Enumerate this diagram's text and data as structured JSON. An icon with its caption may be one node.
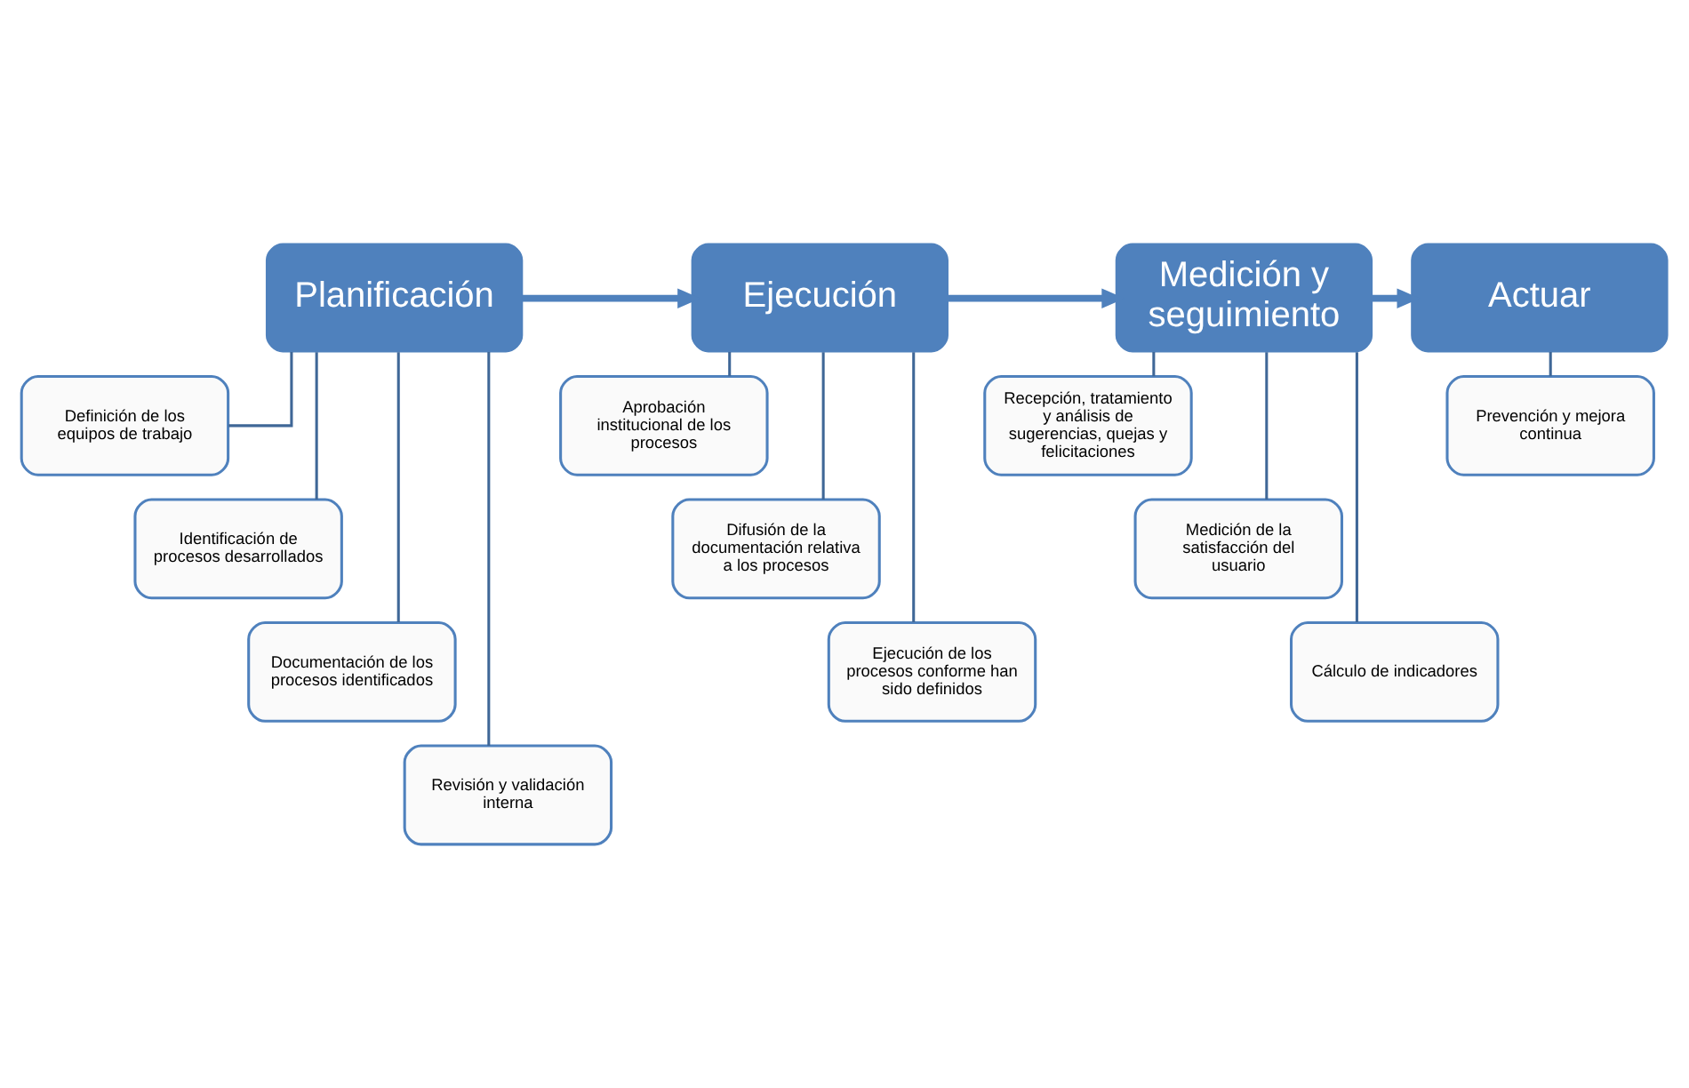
{
  "diagram": {
    "nodes": [
      {
        "text": [
          "Planificación"
        ]
      },
      {
        "text": [
          "Definición de los equipos de trabajo"
        ]
      },
      {
        "text": [
          "Identificación de procesos desarrollados"
        ]
      },
      {
        "text": [
          "Documentación de los procesos identificados"
        ]
      },
      {
        "text": [
          "Revisión y validación interna"
        ]
      },
      {
        "text": [
          "Ejecución"
        ]
      },
      {
        "text": [
          "Aprobación institucional de los procesos"
        ]
      },
      {
        "text": [
          "Difusión de la documentación relativa a los procesos"
        ]
      },
      {
        "text": [
          "Ejecución de los procesos conforme han sido definidos"
        ]
      },
      {
        "text": [
          "Medición y seguimiento"
        ]
      },
      {
        "text": [
          "Recepción, tratamiento y análisis de sugerencias, quejas y felicitaciones"
        ]
      },
      {
        "text": [
          "Medición de la satisfacción del usuario"
        ]
      },
      {
        "text": [
          "Cálculo de indicadores"
        ]
      },
      {
        "text": [
          "Actuar"
        ]
      },
      {
        "text": [
          "Prevención y mejora continua"
        ]
      }
    ],
    "edges": [
      {
        "from": 0,
        "to": 5,
        "arrow": "to",
        "style": "thick"
      },
      {
        "from": 5,
        "to": 9,
        "arrow": "to",
        "style": "thick"
      },
      {
        "from": 9,
        "to": 13,
        "arrow": "to",
        "style": "thick"
      },
      {
        "from": 0,
        "to": 1,
        "arrow": "none"
      },
      {
        "from": 0,
        "to": 2,
        "arrow": "none"
      },
      {
        "from": 0,
        "to": 3,
        "arrow": "none"
      },
      {
        "from": 0,
        "to": 4,
        "arrow": "none"
      },
      {
        "from": 5,
        "to": 6,
        "arrow": "none"
      },
      {
        "from": 5,
        "to": 7,
        "arrow": "none"
      },
      {
        "from": 5,
        "to": 8,
        "arrow": "none"
      },
      {
        "from": 9,
        "to": 10,
        "arrow": "none"
      },
      {
        "from": 9,
        "to": 11,
        "arrow": "none"
      },
      {
        "from": 9,
        "to": 12,
        "arrow": "none"
      },
      {
        "from": 13,
        "to": 14,
        "arrow": "none"
      }
    ]
  }
}
